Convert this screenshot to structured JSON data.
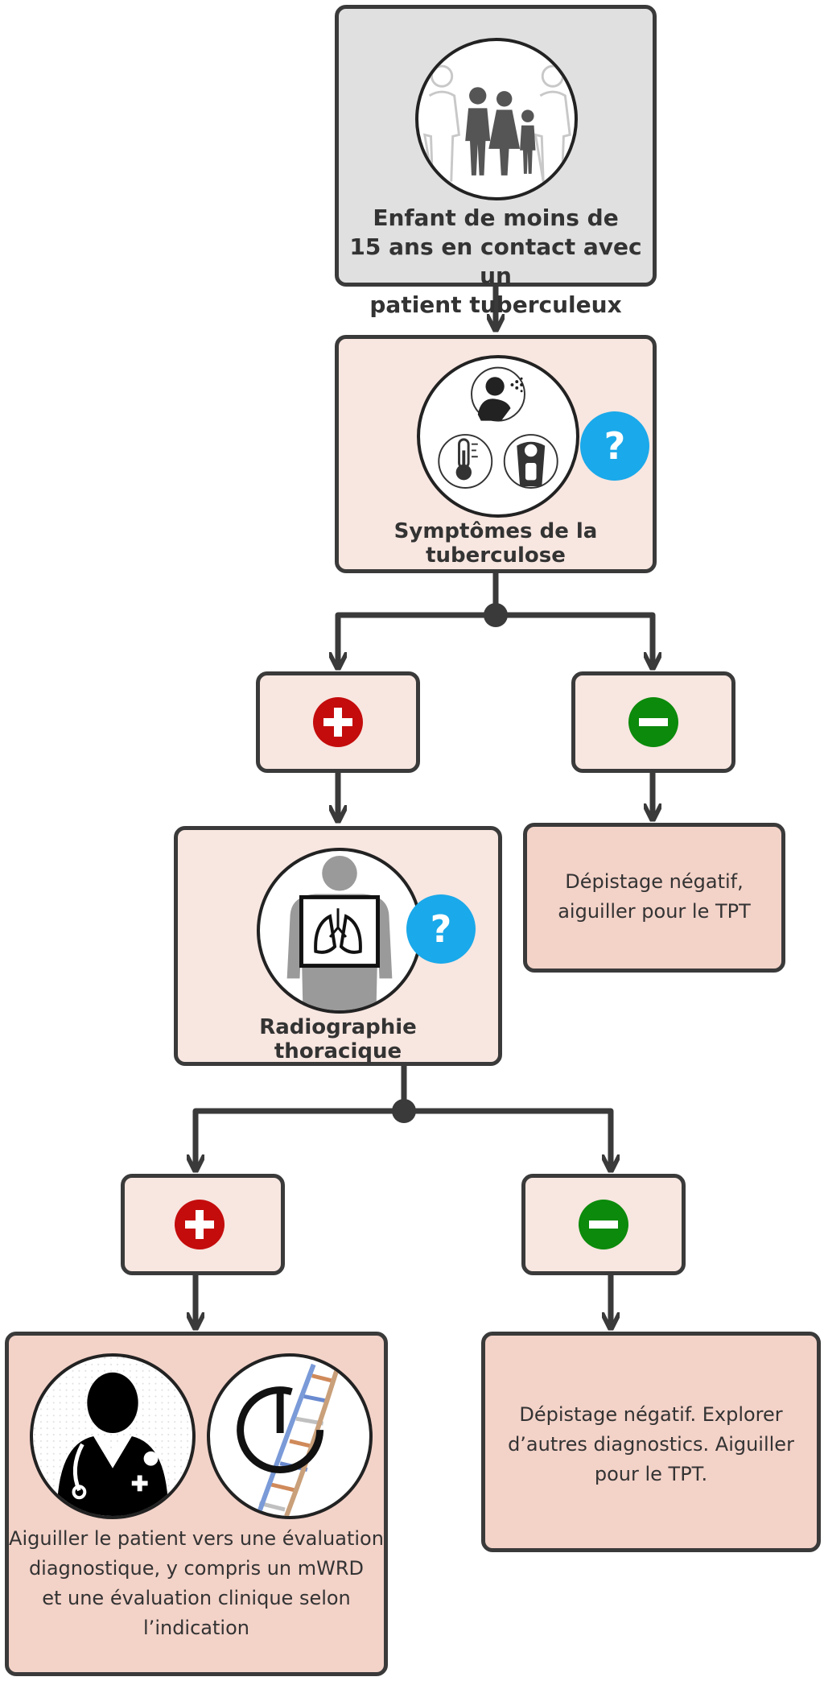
{
  "start": {
    "text_lines": [
      "Enfant de moins de",
      "15 ans en contact avec un",
      "patient tuberculeux"
    ],
    "icon": "family-icon"
  },
  "symptoms": {
    "text_lines": [
      "Symptômes de la",
      "tuberculose"
    ],
    "icons": [
      "cough-icon",
      "thermometer-icon",
      "weight-scale-icon"
    ],
    "help": "?"
  },
  "xray": {
    "text_lines": [
      "Radiographie",
      "thoracique"
    ],
    "icon": "chest-xray-icon",
    "help": "?"
  },
  "negative1": {
    "text_lines": [
      "Dépistage négatif,",
      "aiguiller pour le TPT"
    ]
  },
  "referral": {
    "text_lines": [
      "Aiguiller le patient vers une évaluation",
      "diagnostique, y compris un mWRD",
      "et une évaluation clinique selon",
      "l’indication"
    ],
    "icons": [
      "doctor-icon",
      "dna-test-icon"
    ]
  },
  "negative2": {
    "text_lines": [
      "Dépistage négatif. Explorer",
      "d’autres diagnostics. Aiguiller",
      "pour le TPT."
    ]
  },
  "colors": {
    "positive": "#c40c0c",
    "negative": "#0b8a0b",
    "help": "#1aa9ea",
    "box_grey": "#e0e0e0",
    "box_light": "#f8e6e0",
    "box_dark": "#f3d2c8",
    "line": "#3a3a3a"
  }
}
